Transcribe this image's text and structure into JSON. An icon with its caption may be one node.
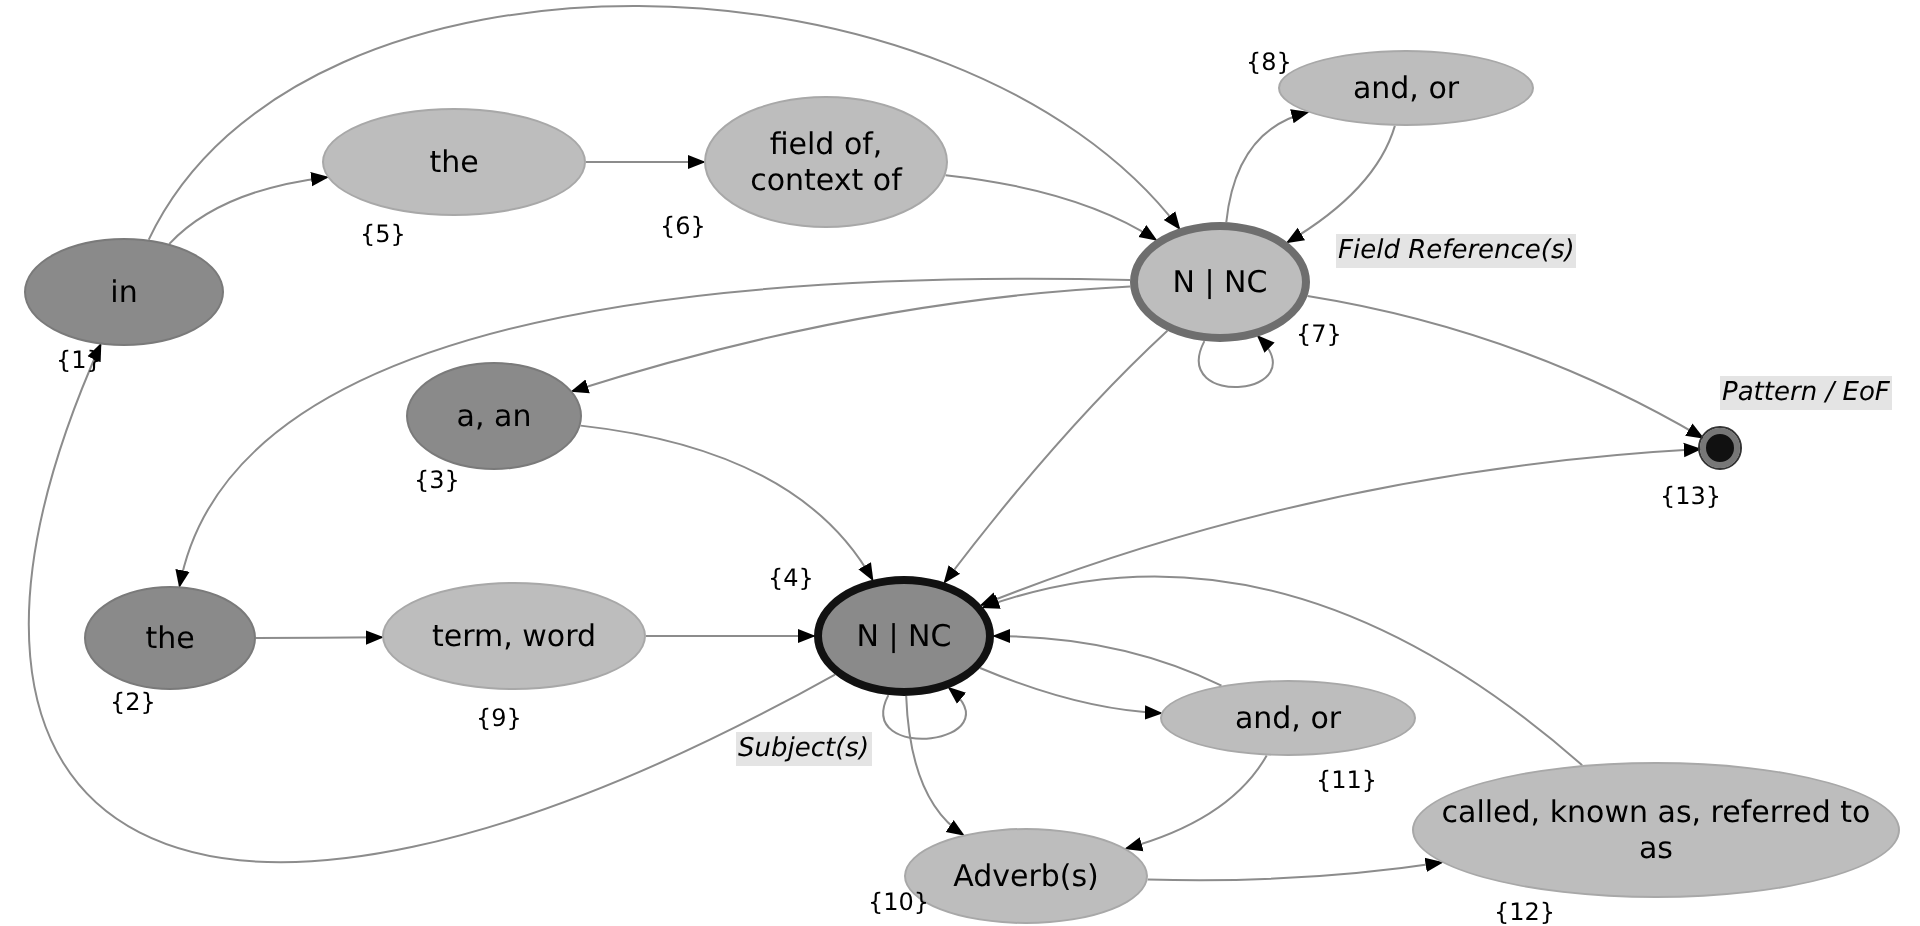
{
  "diagram": {
    "nodes": [
      {
        "text": [
          "in"
        ],
        "beside": [
          "{1}"
        ]
      },
      {
        "text": [
          "the"
        ],
        "beside": [
          "{5}"
        ]
      },
      {
        "text": [
          "field of, context of"
        ],
        "beside": [
          "{6}"
        ]
      },
      {
        "text": [
          "and, or"
        ],
        "beside": [
          "{8}"
        ]
      },
      {
        "text": [
          "N | NC"
        ],
        "beside": [
          "Field Reference(s)",
          "{7}"
        ]
      },
      {
        "text": [
          "a, an"
        ],
        "beside": [
          "{3}"
        ]
      },
      {
        "text": [],
        "shape": "circle",
        "beside": [
          "Pattern / EoF",
          "{13}"
        ]
      },
      {
        "text": [
          "the"
        ],
        "beside": [
          "{2}"
        ]
      },
      {
        "text": [
          "term, word"
        ],
        "beside": [
          "{9}"
        ]
      },
      {
        "text": [
          "N | NC"
        ],
        "beside": [
          "{4}",
          "Subject(s)"
        ]
      },
      {
        "text": [
          "and, or"
        ],
        "beside": [
          "{11}"
        ]
      },
      {
        "text": [
          "Adverb(s)"
        ],
        "beside": [
          "{10}"
        ]
      },
      {
        "text": [
          "called, known as, referred to as"
        ],
        "beside": [
          "{12}"
        ]
      }
    ],
    "edges": [
      {
        "from": 0,
        "to": 1,
        "arrow": "to"
      },
      {
        "from": 0,
        "to": 4,
        "arrow": "to"
      },
      {
        "from": 1,
        "to": 2,
        "arrow": "to"
      },
      {
        "from": 2,
        "to": 4,
        "arrow": "to"
      },
      {
        "from": 4,
        "to": 3,
        "arrow": "to"
      },
      {
        "from": 3,
        "to": 4,
        "arrow": "to"
      },
      {
        "from": 4,
        "to": 4,
        "arrow": "to"
      },
      {
        "from": 4,
        "to": 5,
        "arrow": "to"
      },
      {
        "from": 4,
        "to": 7,
        "arrow": "to"
      },
      {
        "from": 4,
        "to": 6,
        "arrow": "to"
      },
      {
        "from": 4,
        "to": 9,
        "arrow": "to"
      },
      {
        "from": 5,
        "to": 9,
        "arrow": "to"
      },
      {
        "from": 7,
        "to": 8,
        "arrow": "to"
      },
      {
        "from": 8,
        "to": 9,
        "arrow": "to"
      },
      {
        "from": 9,
        "to": 0,
        "arrow": "to"
      },
      {
        "from": 9,
        "to": 9,
        "arrow": "to"
      },
      {
        "from": 9,
        "to": 6,
        "arrow": "both"
      },
      {
        "from": 9,
        "to": 10,
        "arrow": "to"
      },
      {
        "from": 10,
        "to": 9,
        "arrow": "to"
      },
      {
        "from": 9,
        "to": 11,
        "arrow": "to"
      },
      {
        "from": 10,
        "to": 11,
        "arrow": "to"
      },
      {
        "from": 11,
        "to": 12,
        "arrow": "to"
      },
      {
        "from": 12,
        "to": 9,
        "arrow": "to"
      }
    ]
  }
}
